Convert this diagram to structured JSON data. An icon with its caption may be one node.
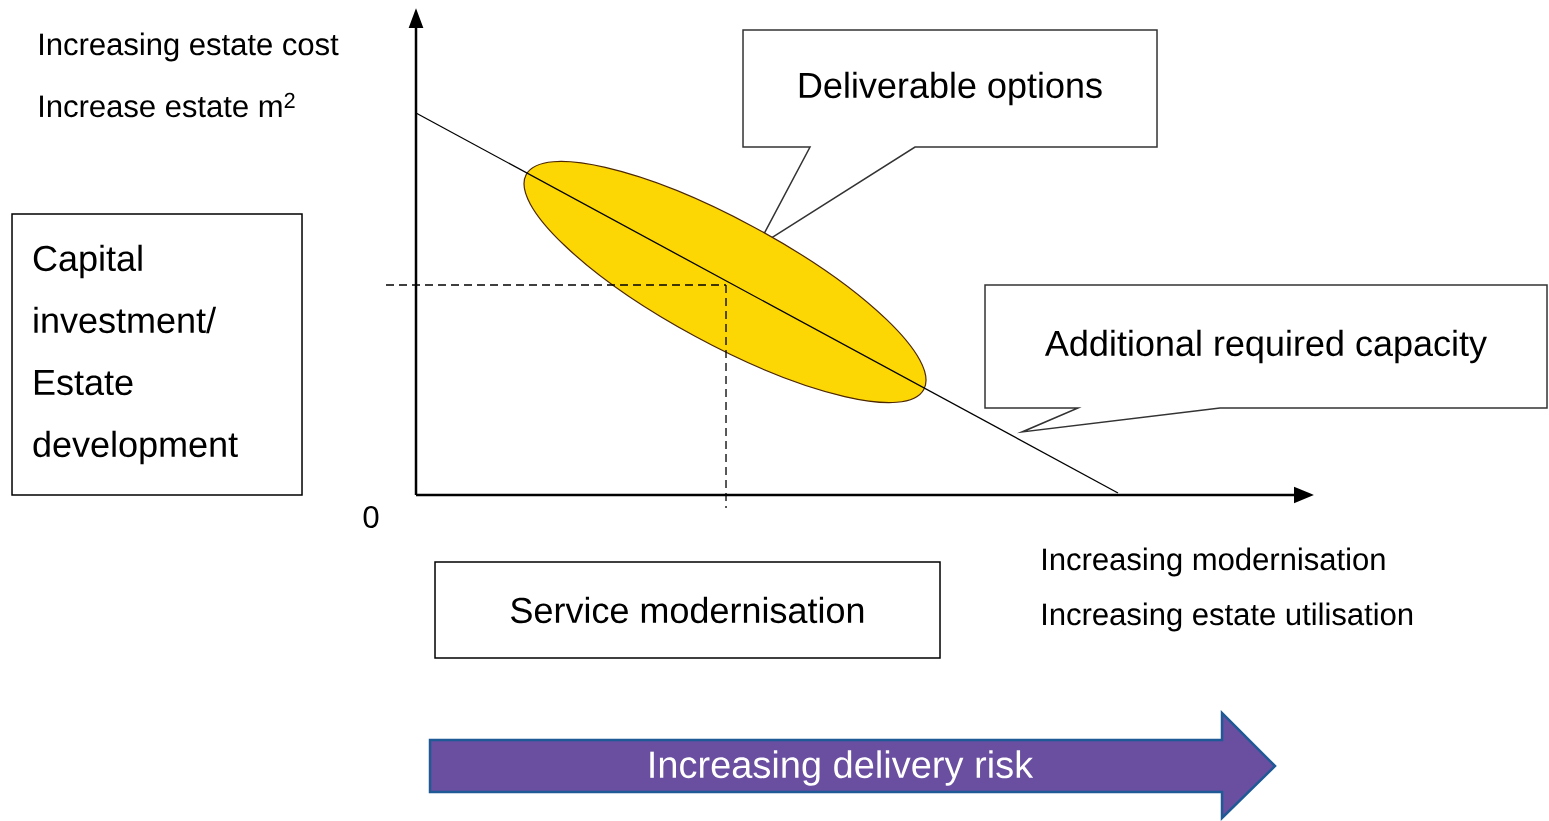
{
  "diagram": {
    "nodes": [
      {
        "text": [
          "Capital investment/ Estate development"
        ]
      },
      {
        "text": [
          "Deliverable options"
        ]
      },
      {
        "text": [],
        "shape": "ellipse"
      },
      {
        "text": [
          "Additional required capacity"
        ]
      },
      {
        "text": [
          "Service modernisation"
        ]
      },
      {
        "text": [
          "Increasing delivery risk"
        ]
      }
    ],
    "labels": [
      "Increasing estate cost",
      "Increase estate m$^{2}$",
      "0",
      "Increasing modernisation",
      "Increasing estate utilisation"
    ]
  }
}
